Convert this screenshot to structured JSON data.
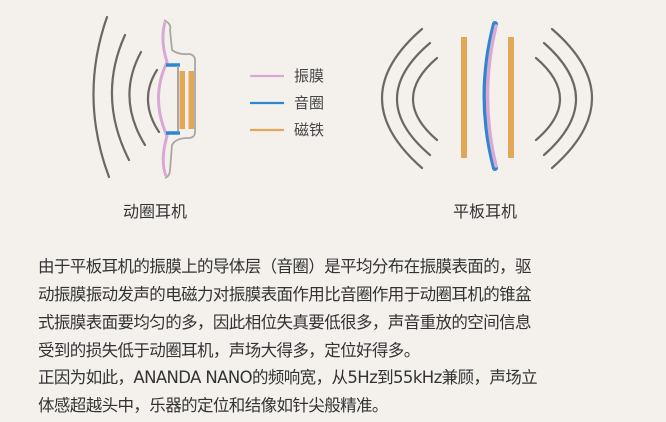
{
  "legend": [
    {
      "label": "振膜",
      "color": "#d9a8d4"
    },
    {
      "label": "音圈",
      "color": "#2f86d0"
    },
    {
      "label": "磁铁",
      "color": "#e3a857"
    }
  ],
  "captions": {
    "dynamic": "动圈耳机",
    "planar": "平板耳机"
  },
  "colors": {
    "wave": "#6b6864",
    "housing": "#a9a7a4",
    "background": "#f4f1ed"
  },
  "paragraph_lines": [
    "由于平板耳机的振膜上的导体层（音圈）是平均分布在振膜表面的，驱",
    "动振膜振动发声的电磁力对振膜表面作用比音圈作用于动圈耳机的锥盆",
    "式振膜表面要均匀的多，因此相位失真要低很多，声音重放的空间信息",
    "受到的损失低于动圈耳机，声场大得多，定位好得多。",
    "正因为如此，ANANDA NANO的频响宽，从5Hz到55kHz兼顾，声场立",
    "体感超越头中，乐器的定位和结像如针尖般精准。"
  ]
}
